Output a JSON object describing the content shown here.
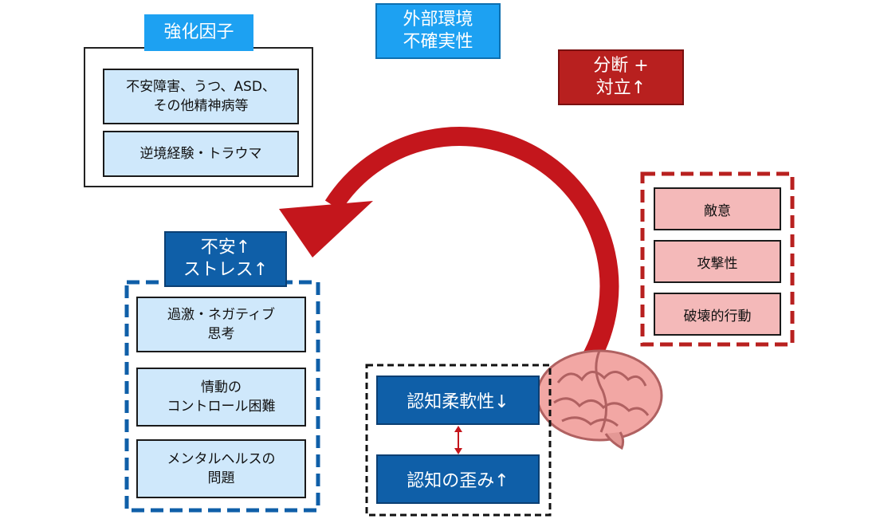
{
  "top": {
    "label": "外部環境\n不確実性"
  },
  "factors": {
    "title": "強化因子",
    "items": [
      "不安障害、うつ、ASD、\nその他精神病等",
      "逆境経験・トラウマ"
    ]
  },
  "division": {
    "label": "分断 +\n対立↑"
  },
  "hostility": {
    "items": [
      "敵意",
      "攻撃性",
      "破壊的行動"
    ]
  },
  "anxiety": {
    "title": "不安↑\nストレス↑",
    "items": [
      "過激・ネガティブ\n思考",
      "情動の\nコントロール困難",
      "メンタルヘルスの\n問題"
    ]
  },
  "cognition": {
    "flexibility": "認知柔軟性↓",
    "distortion": "認知の歪み↑"
  },
  "colors": {
    "accent_blue": "#1da1f2",
    "dark_blue": "#0f5fa8",
    "red": "#b8201f",
    "light_blue": "#cfe8fb",
    "pink": "#f4b9b9"
  }
}
